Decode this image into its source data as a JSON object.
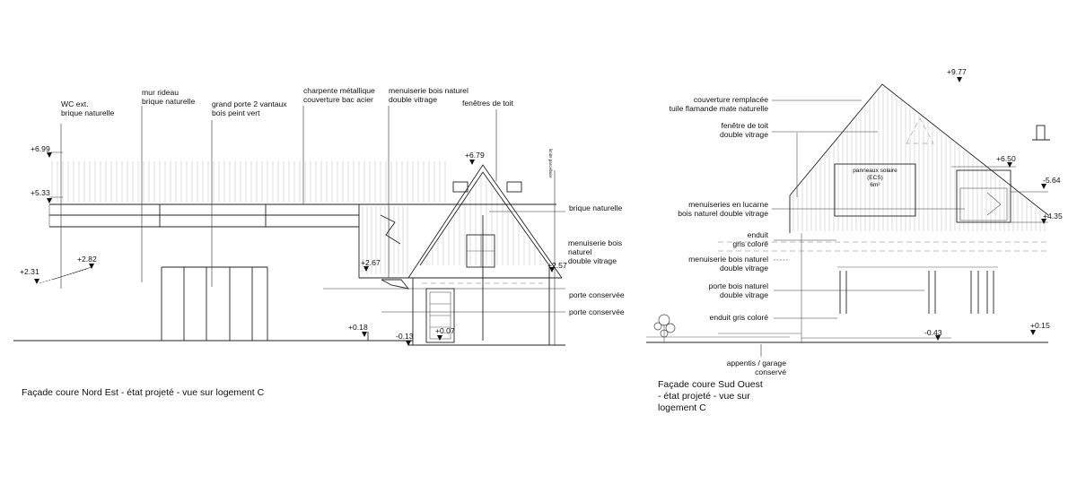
{
  "left_facade": {
    "caption": "Façade coure Nord Est - état  projeté - vue sur logement C",
    "labels": {
      "wc": [
        "WC ext.",
        "brique naturelle"
      ],
      "mur": [
        "mur rideau",
        "brique naturelle"
      ],
      "porte": [
        "grand porte 2 vantaux",
        "bois peint vert"
      ],
      "charpente": [
        "charpente métallique",
        "couverture bac acier"
      ],
      "menuiserie_top": [
        "menuiserie bois naturel",
        "double vitrage"
      ],
      "fenetres": "fenêtres de toit",
      "brique": "brique naturelle",
      "menuiserie_right": [
        "menuiserie bois",
        "naturel",
        "double vitrage"
      ],
      "porte1": "porte conservée",
      "porte2": "porte conservée",
      "limite": "limite parcellaire"
    },
    "levels": {
      "l699": "+6.99",
      "l533": "+5.33",
      "l679": "+6.79",
      "l231": "+2.31",
      "l282": "+2.82",
      "l267": "+2.67",
      "l257": "+2.57",
      "l018": "+0.18",
      "lm013": "-0.13",
      "l007": "+0.07"
    }
  },
  "right_facade": {
    "caption": [
      "Façade coure Sud Ouest",
      "- état  projeté - vue sur",
      "logement C"
    ],
    "labels": {
      "couverture": [
        "couverture remplacée",
        "tuile flamande mate naturelle"
      ],
      "fenetre_toit": [
        "fenêtre de toit",
        "double vitrage"
      ],
      "lucarne": [
        "menuiseries en lucarne",
        "bois naturel double vitrage"
      ],
      "enduit1": [
        "enduit",
        "gris coloré"
      ],
      "menuiserie": [
        "menuiserie bois naturel",
        "double vitrage"
      ],
      "porte": [
        "porte bois naturel",
        "double vitrage"
      ],
      "enduit2": "enduit gris coloré",
      "appentis": [
        "appentis / garage",
        "conservé"
      ],
      "panneaux": [
        "panneaux solaire",
        "(ECS)",
        "6m²"
      ]
    },
    "levels": {
      "l977": "+9.77",
      "l650": "+6.50",
      "l564": "-5.64",
      "l435": "+4.35",
      "l015": "+0.15",
      "lm043": "-0.43"
    }
  }
}
